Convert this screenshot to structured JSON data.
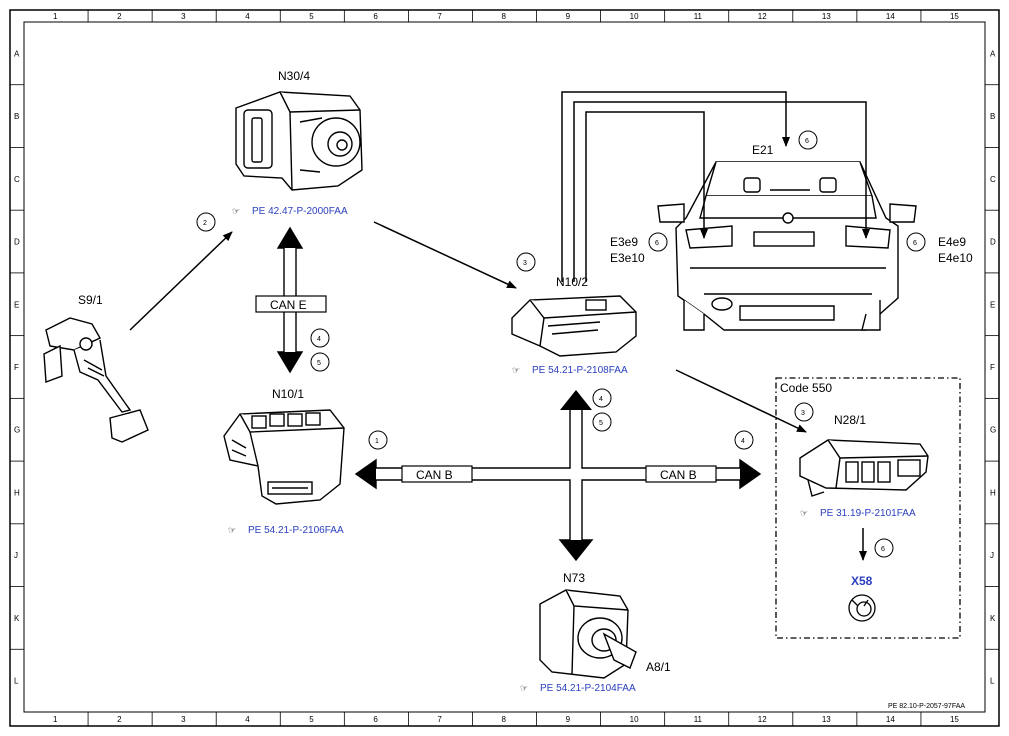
{
  "grid": {
    "columns": [
      "1",
      "2",
      "3",
      "4",
      "5",
      "6",
      "7",
      "8",
      "9",
      "10",
      "11",
      "12",
      "13",
      "14",
      "15"
    ],
    "rows": [
      "A",
      "B",
      "C",
      "D",
      "E",
      "F",
      "G",
      "H",
      "J",
      "K",
      "L"
    ]
  },
  "components": {
    "n30_4": {
      "label": "N30/4",
      "ref": "PE 42.47-P-2000FAA"
    },
    "s9_1": {
      "label": "S9/1"
    },
    "n10_1": {
      "label": "N10/1",
      "ref": "PE 54.21-P-2106FAA"
    },
    "n10_2": {
      "label": "N10/2",
      "ref": "PE 54.21-P-2108FAA"
    },
    "e21": {
      "label": "E21"
    },
    "e3": {
      "label1": "E3e9",
      "label2": "E3e10"
    },
    "e4": {
      "label1": "E4e9",
      "label2": "E4e10"
    },
    "n73": {
      "label": "N73",
      "ref": "PE 54.21-P-2104FAA"
    },
    "a8_1": {
      "label": "A8/1"
    },
    "n28_1": {
      "label": "N28/1",
      "ref": "PE 31.19-P-2101FAA"
    },
    "x58": {
      "label": "X58"
    }
  },
  "option_box": {
    "label": "Code 550"
  },
  "buses": {
    "can_e": "CAN E",
    "can_b_left": "CAN B",
    "can_b_right": "CAN B"
  },
  "callouts": {
    "c1": "1",
    "c2": "2",
    "c3a": "3",
    "c3b": "3",
    "c4a": "4",
    "c4b": "4",
    "c4c": "4",
    "c5a": "5",
    "c5b": "5",
    "c6a": "6",
    "c6b": "6",
    "c6c": "6",
    "c6d": "6"
  },
  "footer": {
    "code": "PE 82.10-P-2057-97FAA"
  }
}
